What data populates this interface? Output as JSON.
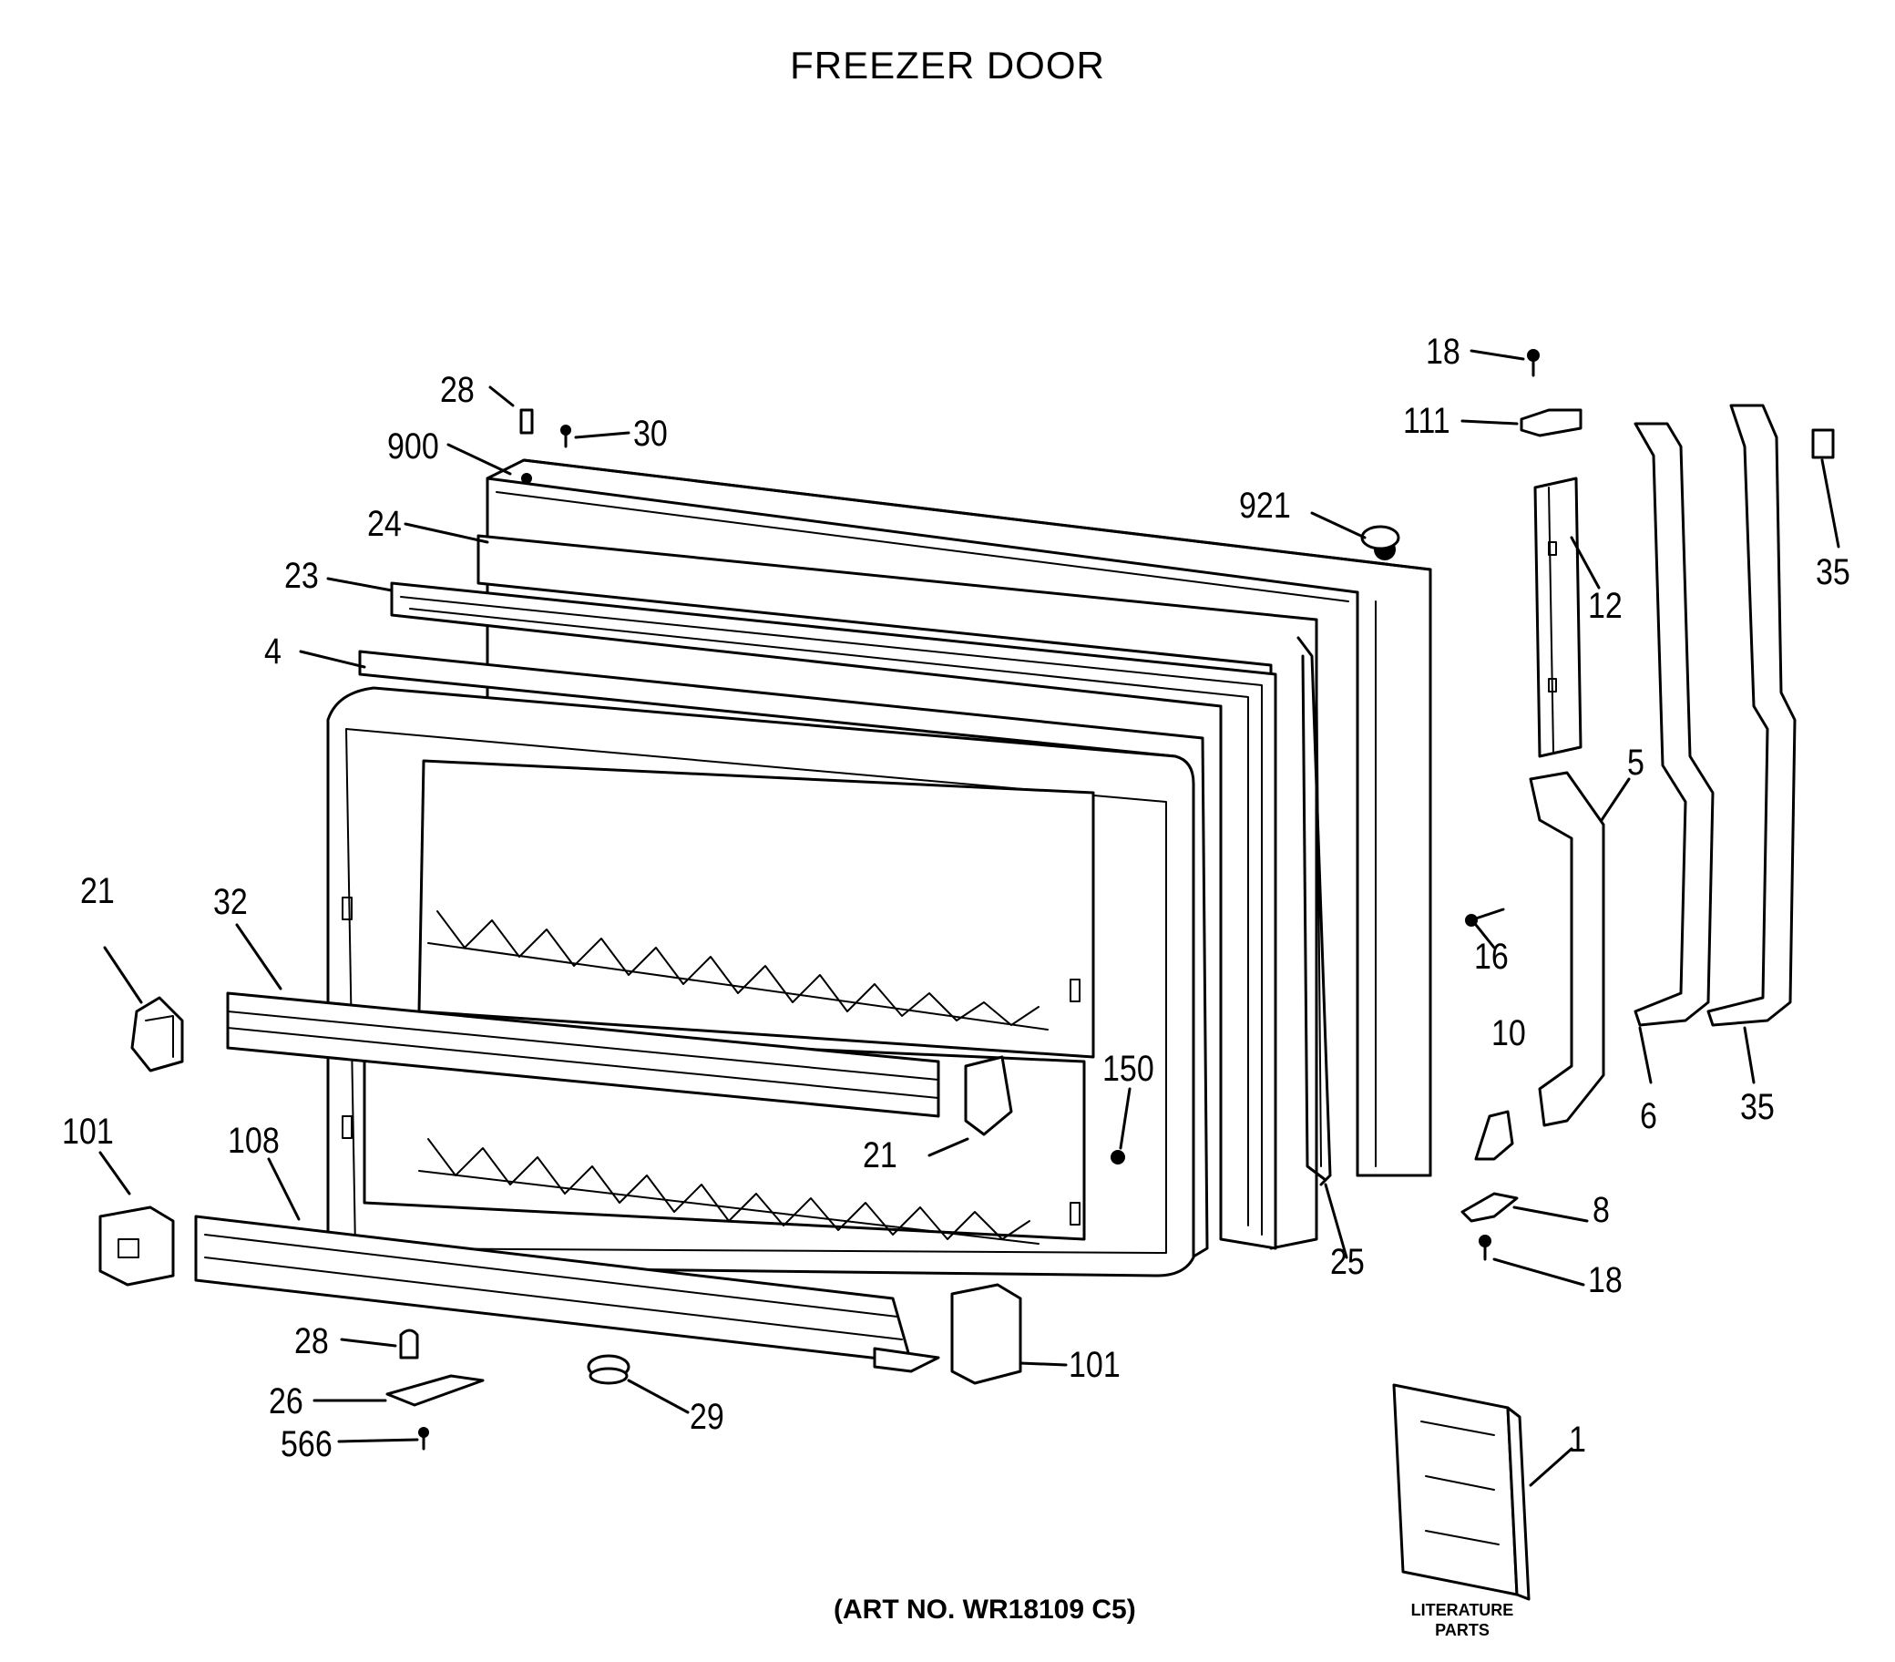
{
  "title": "FREEZER DOOR",
  "art_number": "(ART NO. WR18109 C5)",
  "literature": {
    "line1": "LITERATURE",
    "line2": "PARTS"
  },
  "callouts": {
    "c18_top": "18",
    "c111": "111",
    "c28_top": "28",
    "c30": "30",
    "c900": "900",
    "c921": "921",
    "c24": "24",
    "c23": "23",
    "c4": "4",
    "c12": "12",
    "c35_small": "35",
    "c5": "5",
    "c21_left": "21",
    "c32": "32",
    "c16": "16",
    "c10": "10",
    "c150": "150",
    "c21_mid": "21",
    "c6": "6",
    "c35_bracket": "35",
    "c101_left": "101",
    "c108": "108",
    "c8": "8",
    "c25": "25",
    "c18_bottom": "18",
    "c28_bottom": "28",
    "c101_right": "101",
    "c26": "26",
    "c29": "29",
    "c566": "566",
    "c1": "1"
  }
}
